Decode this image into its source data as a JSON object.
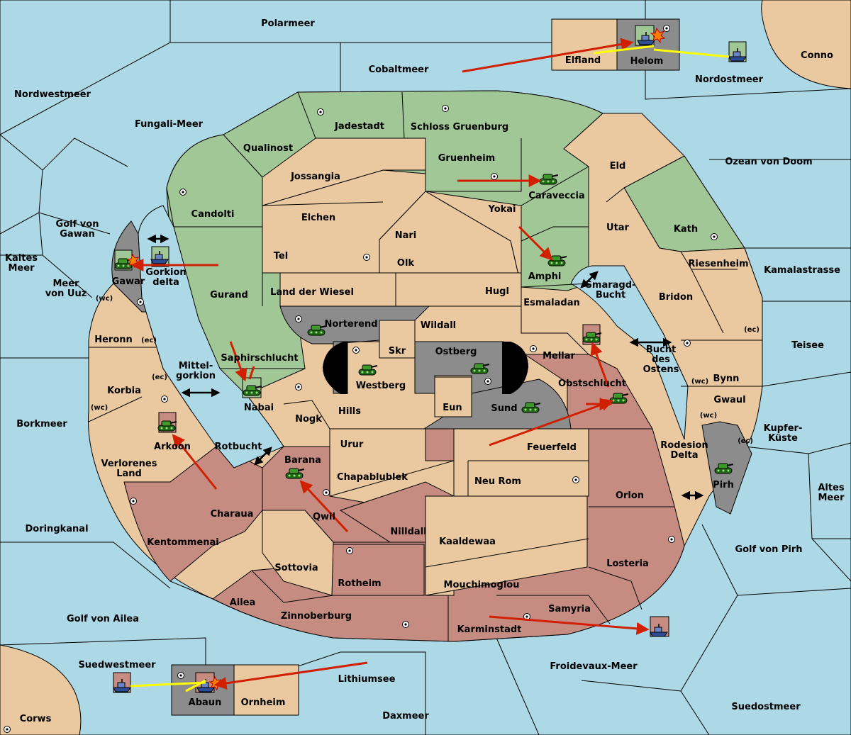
{
  "colors": {
    "sea": "#add8e6",
    "neutral": "#eac9a1",
    "green": "#a2c796",
    "red": "#c68c82",
    "grey": "#8c8c8c",
    "move_arrow": "#d02000",
    "support_line": "#ffff00"
  },
  "seas": {
    "polarmeer": "Polarmeer",
    "cobaltmeer": "Cobaltmeer",
    "nordwestmeer": "Nordwestmeer",
    "fungali": "Fungali-Meer",
    "nordostmeer": "Nordostmeer",
    "conno": "Conno",
    "ozean": "Ozean von Doom",
    "kamalastrasse": "Kamalastrasse",
    "teisee": "Teisee",
    "kupfer": "Kupfer-\nKüste",
    "altes": "Altes\nMeer",
    "golf_pirh": "Golf von Pirh",
    "suedostmeer": "Suedostmeer",
    "froidevaux": "Froidevaux-Meer",
    "daxmeer": "Daxmeer",
    "lithiumsee": "Lithiumsee",
    "suedwestmeer": "Suedwestmeer",
    "corws": "Corws",
    "golf_ailea": "Golf von Ailea",
    "doringkanal": "Doringkanal",
    "borkmeer": "Borkmeer",
    "kaltes": "Kaltes\nMeer",
    "meer_uuz": "Meer\nvon Uuz",
    "golf_gawan": "Golf von\nGawan",
    "gorkion_delta": "Gorkion\ndelta",
    "mittelgorkion": "Mittel-\ngorkion",
    "rotbucht": "Rotbucht",
    "smaragd": "Smaragd-\nBucht",
    "bucht_ostens": "Bucht\ndes\nOstens",
    "rodesion": "Rodesion\nDelta"
  },
  "regions": {
    "elfland": "Elfland",
    "helom": "Helom",
    "jadestadt": "Jadestadt",
    "schloss": "Schloss Gruenburg",
    "qualinost": "Qualinost",
    "jossangia": "Jossangia",
    "gruenheim": "Gruenheim",
    "caraveccia": "Caraveccia",
    "eld": "Eld",
    "candolti": "Candolti",
    "elchen": "Elchen",
    "nari": "Nari",
    "yokai": "Yokai",
    "utar": "Utar",
    "kath": "Kath",
    "tel": "Tel",
    "olk": "Olk",
    "amphi": "Amphi",
    "riesenheim": "Riesenheim",
    "gurand": "Gurand",
    "land_wiesel": "Land der Wiesel",
    "hugl": "Hugl",
    "esmaladan": "Esmaladan",
    "bridon": "Bridon",
    "gawar": "Gawar",
    "norterend": "Norterend",
    "wildall": "Wildall",
    "heronn": "Heronn",
    "skr": "Skr",
    "ostberg": "Ostberg",
    "mellar": "Mellar",
    "saphir": "Saphirschlucht",
    "westberg": "Westberg",
    "obstschlucht": "Obstschlucht",
    "bynn": "Bynn",
    "korbia": "Korbia",
    "nabai": "Nabai",
    "hills": "Hills",
    "eun": "Eun",
    "sund": "Sund",
    "gwaul": "Gwaul",
    "nogk": "Nogk",
    "arkoon": "Arkoon",
    "urur": "Urur",
    "feuerfeld": "Feuerfeld",
    "barana": "Barana",
    "verlorenes": "Verlorenes\nLand",
    "chapablublek": "Chapablublek",
    "neu_rom": "Neu Rom",
    "pirh": "Pirh",
    "orlon": "Orlon",
    "charaua": "Charaua",
    "qwil": "Qwil",
    "nilldall": "Nilldall",
    "kentommenai": "Kentommenai",
    "kaaldewaa": "Kaaldewaa",
    "losteria": "Losteria",
    "sottovia": "Sottovia",
    "rotheim": "Rotheim",
    "mouchimoglou": "Mouchimoglou",
    "ailea": "Ailea",
    "samyria": "Samyria",
    "zinnoberburg": "Zinnoberburg",
    "karminstadt": "Karminstadt",
    "abaun": "Abaun",
    "ornheim": "Ornheim"
  },
  "coast_tags": {
    "wc": "(wc)",
    "ec": "(ec)"
  },
  "units": {
    "army": "army-icon",
    "fleet": "fleet-icon",
    "dislodged": "explosion-icon"
  }
}
